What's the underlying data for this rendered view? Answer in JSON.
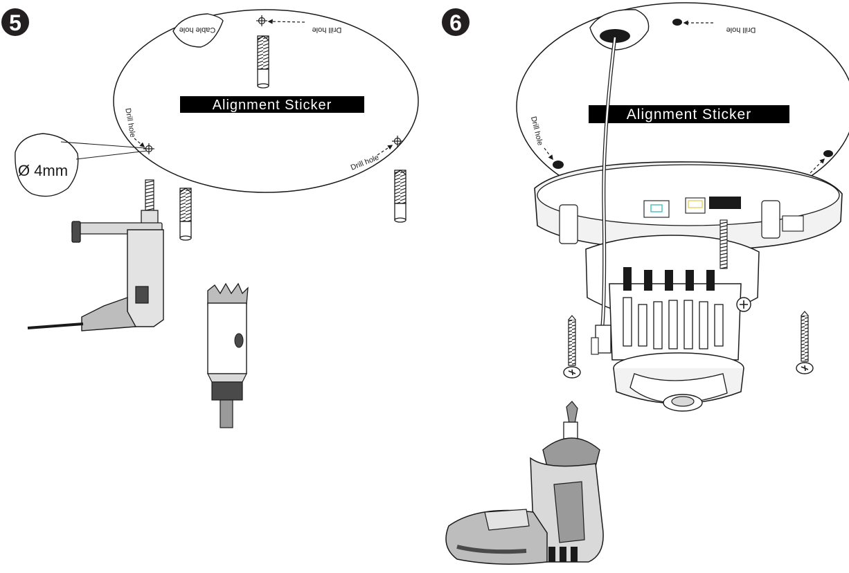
{
  "steps": [
    {
      "number": "5",
      "sticker_label": "Alignment Sticker",
      "drill_hole_label": "Drill hole",
      "cable_hole_label": "Cable hole",
      "callout_label": "Ø 4mm"
    },
    {
      "number": "6",
      "sticker_label": "Alignment Sticker",
      "drill_hole_label": "Drill hole"
    }
  ],
  "colors": {
    "badge": "#231f20",
    "sticker_bg": "#000000",
    "sticker_text": "#ffffff",
    "line": "#1a1a1a",
    "tool_gray": "#9a9a9a",
    "tool_light": "#d9d9d9",
    "tool_dark": "#4a4a4a",
    "pcb_accent": "#4fc3c7",
    "pcb_yellow": "#e6d56a"
  }
}
